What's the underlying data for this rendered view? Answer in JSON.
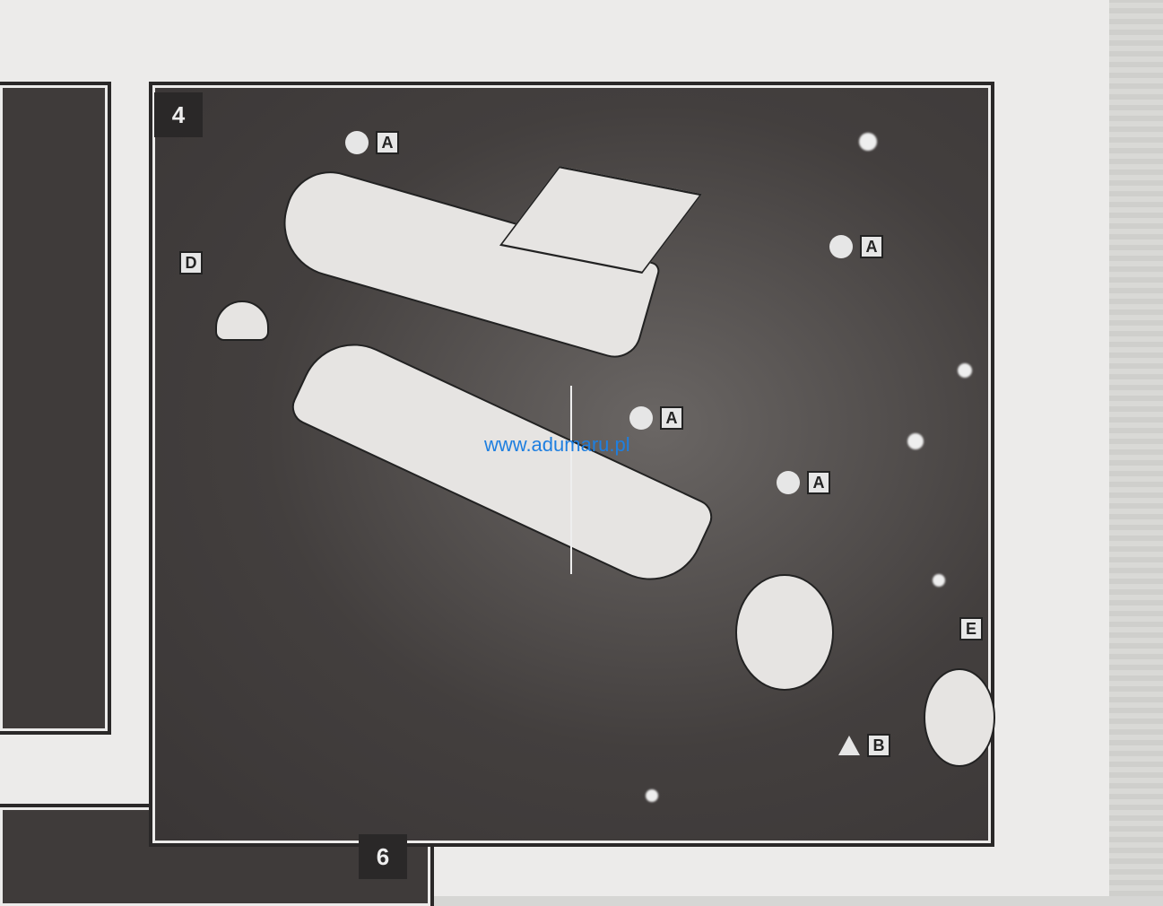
{
  "steps": {
    "current": "4",
    "next": "6"
  },
  "labels": {
    "a1": "A",
    "a2": "A",
    "a3": "A",
    "a4": "A",
    "b": "B",
    "d": "D",
    "e": "E"
  },
  "watermark": "www.adumaru.pl"
}
